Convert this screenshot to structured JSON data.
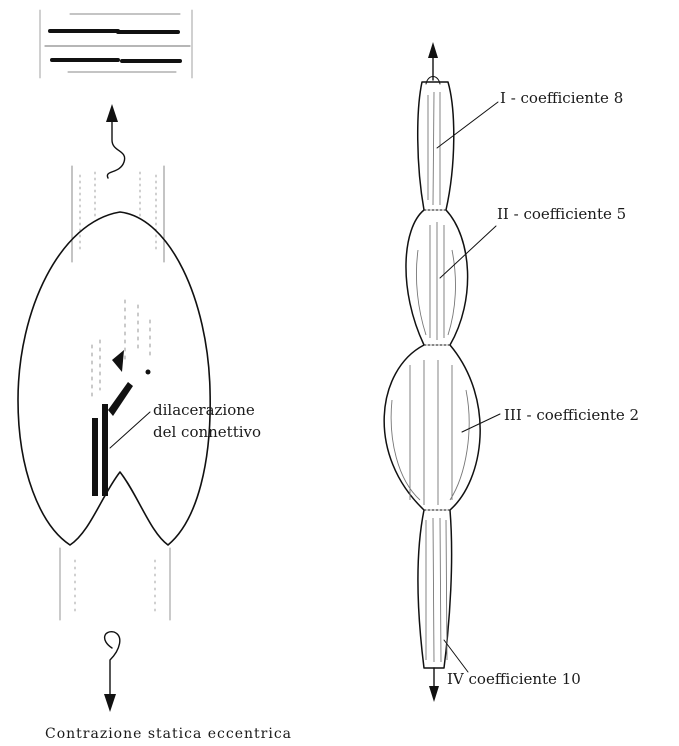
{
  "left_figure": {
    "annotation": "dilacerazione\ndel connettivo",
    "caption": "Contrazione statica eccentrica"
  },
  "right_figure": {
    "segments": [
      {
        "label": "I - coefficiente 8"
      },
      {
        "label": "II - coefficiente 5"
      },
      {
        "label": "III - coefficiente 2"
      },
      {
        "label": "IV coefficiente 10"
      }
    ]
  }
}
